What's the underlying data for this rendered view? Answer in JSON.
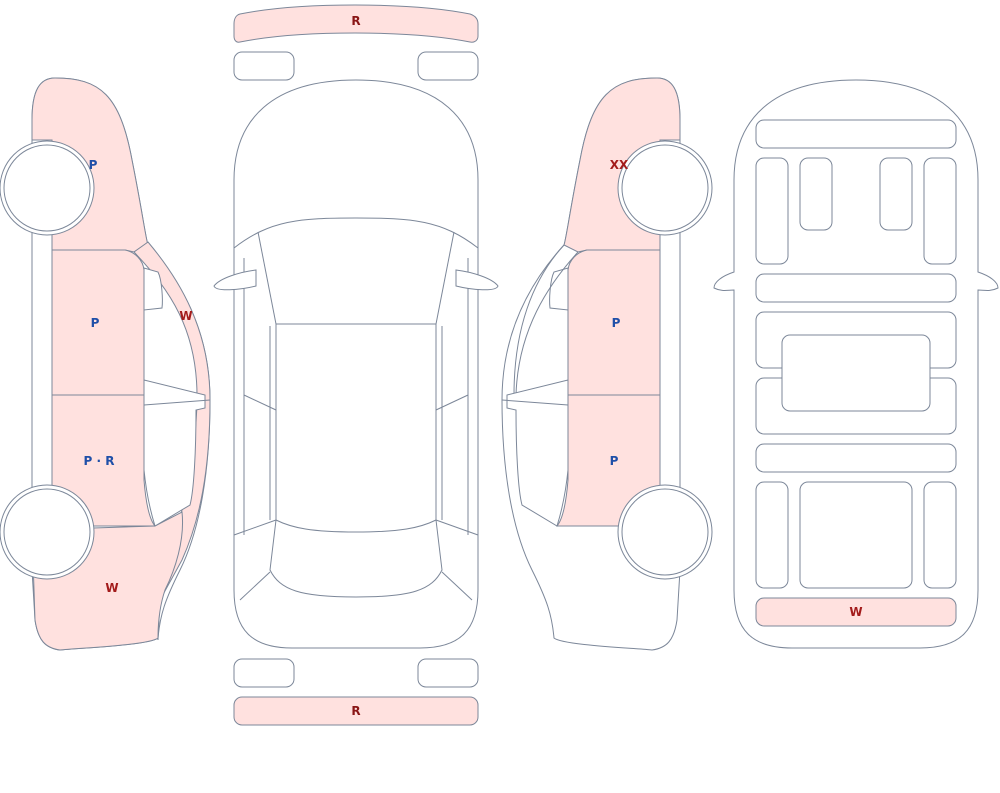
{
  "colors": {
    "outline": "#7c8799",
    "damaged_fill": "#ffe1df",
    "code_p": "#1f4fa8",
    "code_w": "#a31b1b",
    "code_r": "#8a1616"
  },
  "labels": {
    "front_bumper": "R",
    "rear_bumper": "R",
    "left_front_fender": "P",
    "left_front_door": "P",
    "left_rear_door": "P · R",
    "left_a_pillar": "W",
    "left_rear_quarter": "W",
    "right_front_fender": "XX",
    "right_front_door": "P",
    "right_rear_door": "P",
    "underbody_rear": "W"
  }
}
